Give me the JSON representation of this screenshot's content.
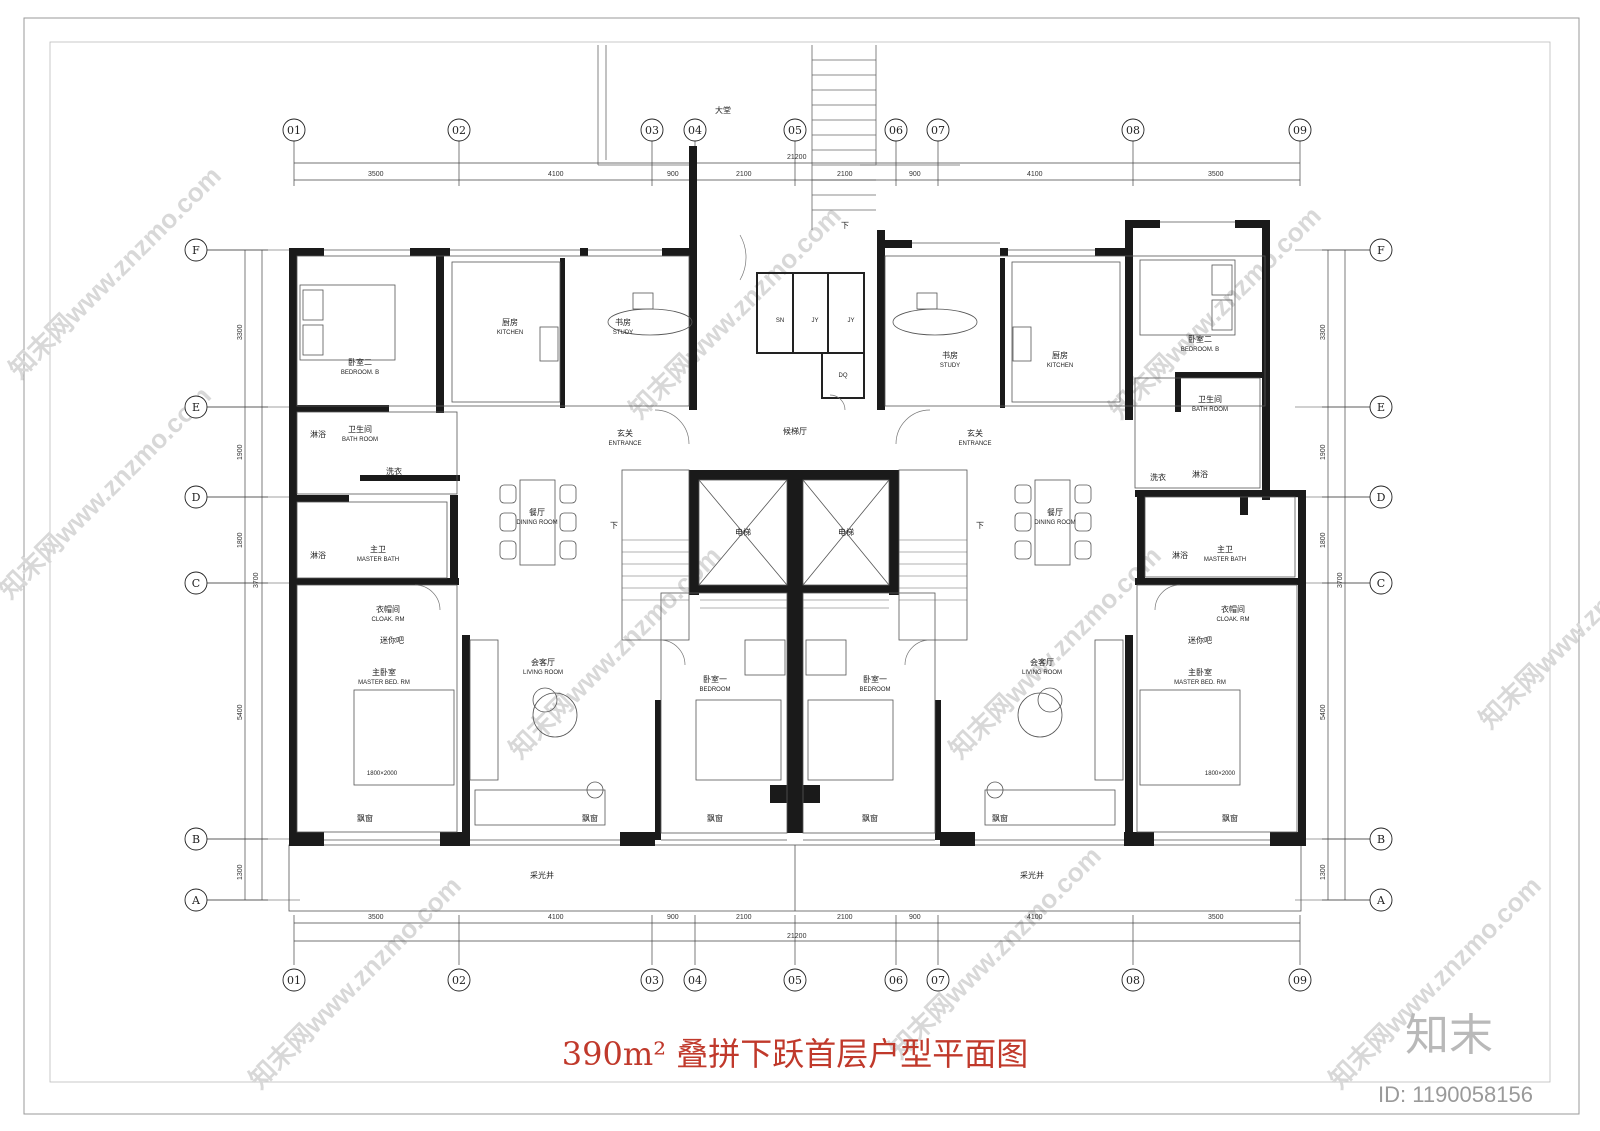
{
  "title": "390m² 叠拼下跃首层户型平面图",
  "watermark": "知末网www.znzmo.com",
  "logo": "知末",
  "id_label": "ID: 1190058156",
  "axis_columns": [
    "01",
    "02",
    "03",
    "04",
    "05",
    "06",
    "07",
    "08",
    "09"
  ],
  "axis_rows": [
    "F",
    "E",
    "D",
    "C",
    "B",
    "A"
  ],
  "dims_top": [
    "3500",
    "4100",
    "900",
    "2100",
    "2100",
    "900",
    "4100",
    "3500"
  ],
  "dim_total": "21200",
  "dims_side": [
    "3300",
    "1900",
    "1800",
    "5400",
    "1300"
  ],
  "dim_side_total": "3700",
  "labels": {
    "lobby": "大堂",
    "elevator_hall": "候梯厅",
    "down": "下",
    "sn": "SN",
    "jy": "JY",
    "dq": "DQ",
    "elevator": "电梯",
    "lightwell": "采光井",
    "bay_window": "飘窗",
    "bedroom2_cn": "卧室二",
    "bedroom2_en": "BEDROOM. B",
    "kitchen_cn": "厨房",
    "kitchen_en": "KITCHEN",
    "study_cn": "书房",
    "study_en": "STUDY",
    "entrance_cn": "玄关",
    "entrance_en": "ENTRANCE",
    "bath_cn": "卫生间",
    "bath_en": "BATH ROOM",
    "shower": "淋浴",
    "dining_cn": "餐厅",
    "dining_en": "DINING ROOM",
    "master_bath_cn": "主卫",
    "master_bath_en": "MASTER BATH",
    "cloak_cn": "衣帽间",
    "cloak_en": "CLOAK. RM",
    "minibar": "迷你吧",
    "master_bed_cn": "主卧室",
    "master_bed_en": "MASTER BED. RM",
    "bed_size": "1800×2000",
    "living_cn": "会客厅",
    "living_en": "LIVING ROOM",
    "bedroom1_cn": "卧室一",
    "bedroom1_en": "BEDROOM",
    "laundry": "洗衣"
  },
  "colors": {
    "wall": "#1a1a1a",
    "line": "#555555",
    "title": "#c0392b"
  }
}
